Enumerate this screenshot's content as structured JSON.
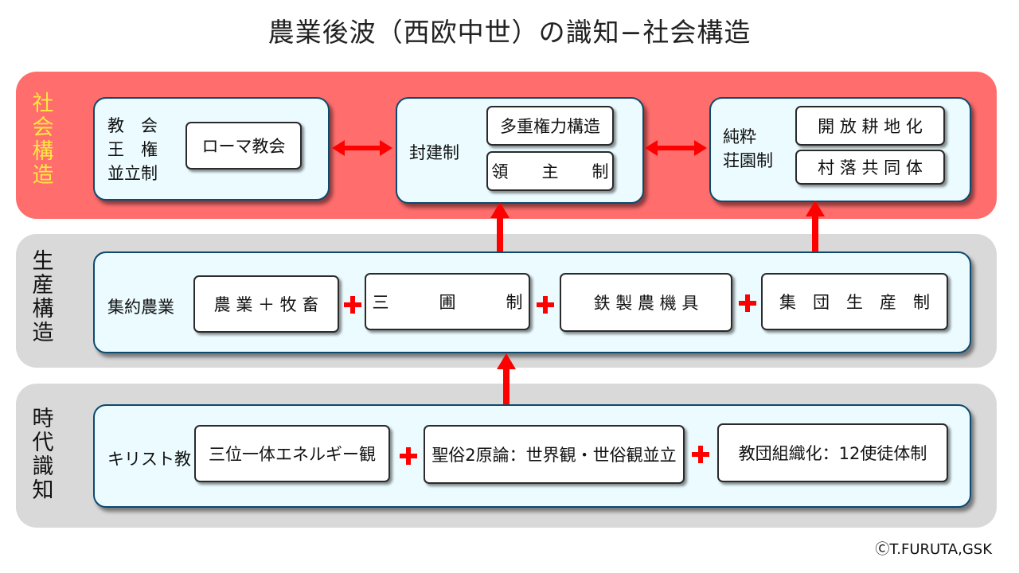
{
  "title": "農業後波（西欧中世）の識知−社会構造",
  "copyright": "ⒸT.FURUTA,GSK",
  "bands": {
    "social": {
      "label": "社会構造",
      "color": "#ff6d6d",
      "label_color": "#ffe640"
    },
    "production": {
      "label": "生産構造",
      "color": "#d9d9d9"
    },
    "era": {
      "label": "時代識知",
      "color": "#d9d9d9"
    }
  },
  "social": {
    "church_state": {
      "label_lines": [
        "教　会",
        "王　権",
        "並立制"
      ],
      "box": "ローマ教会"
    },
    "feudalism": {
      "label": "封建制",
      "boxes": [
        "多重権力構造",
        "領　　主　　制"
      ]
    },
    "manor": {
      "label_lines": [
        "純粋",
        "荘園制"
      ],
      "boxes": [
        "開 放 耕 地 化",
        "村 落 共 同 体"
      ]
    }
  },
  "production": {
    "label": "集約農業",
    "boxes": [
      "農 業 ＋ 牧 畜",
      "三　　　圃　　　制",
      "鉄 製 農 機 具",
      "集　団　生　産　制"
    ]
  },
  "era": {
    "label": "キリスト教",
    "boxes": [
      "三位一体エネルギー観",
      "聖俗2原論：世界観・世俗観並立",
      "教団組織化：12使徒体制"
    ]
  },
  "colors": {
    "arrow": "#ff0000",
    "panel": "#ebfbff",
    "panel_border": "#0d4a6e"
  }
}
